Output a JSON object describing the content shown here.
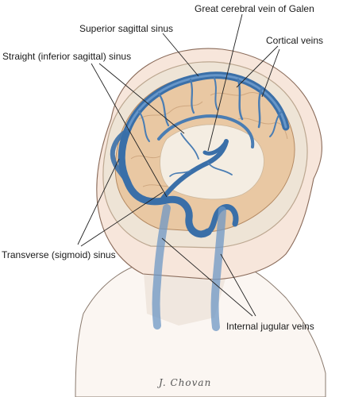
{
  "labels": {
    "superior_sagittal_sinus": "Superior sagittal sinus",
    "great_cerebral_vein": "Great cerebral vein of Galen",
    "straight_sinus": "Straight (inferior sagittal) sinus",
    "cortical_veins": "Cortical veins",
    "transverse_sinus": "Transverse (sigmoid) sinus",
    "internal_jugular_veins": "Internal jugular veins"
  },
  "signature": "J. Chovan",
  "colors": {
    "vein": "#3a6fa8",
    "vein_highlight": "#7aa6d6",
    "brain": "#e8c7a0",
    "skull": "#f2e9dc",
    "skin": "#f3dfd2",
    "outline": "#6b5a4a"
  }
}
